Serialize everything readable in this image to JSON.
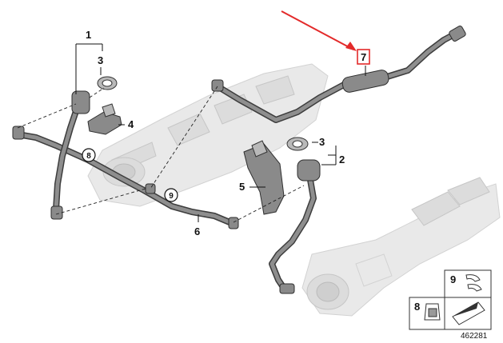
{
  "callouts": {
    "c1": "1",
    "c2": "2",
    "c3a": "3",
    "c3b": "3",
    "c4": "4",
    "c5": "5",
    "c6": "6",
    "c7": "7",
    "c8": "8",
    "c9": "9"
  },
  "legend": {
    "item9": "9",
    "item8": "8"
  },
  "reference_number": "462281",
  "colors": {
    "highlight": "#e32a2a",
    "hose": "#777777",
    "ghost_part": "#e9e9e9"
  }
}
